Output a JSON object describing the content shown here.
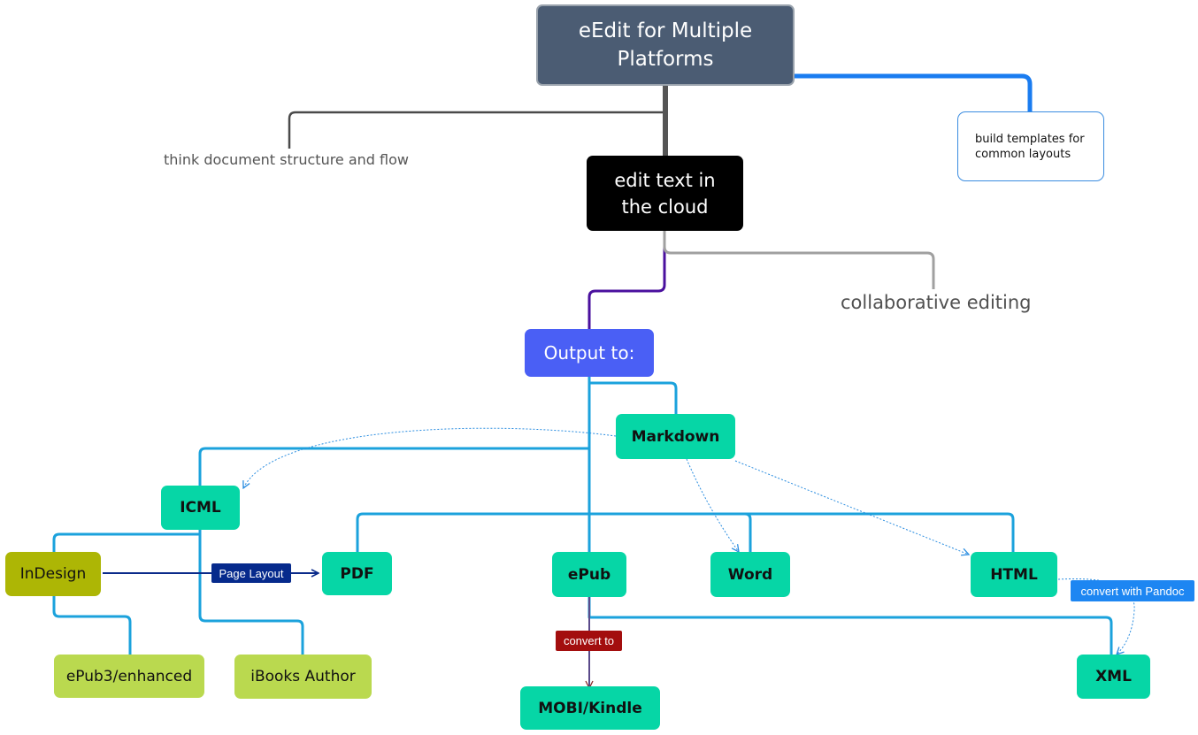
{
  "map": {
    "root": "eEdit for Multiple Platforms",
    "structure": "think document structure and flow",
    "templates": "build templates for common layouts",
    "cloud": "edit text in the cloud",
    "collaborative": "collaborative editing",
    "output": "Output to:",
    "formats": {
      "markdown": "Markdown",
      "icml": "ICML",
      "indesign": "InDesign",
      "pdf": "PDF",
      "epub": "ePub",
      "word": "Word",
      "html": "HTML",
      "epub3": "ePub3/enhanced",
      "ibooks": "iBooks Author",
      "mobi": "MOBI/Kindle",
      "xml": "XML"
    }
  },
  "relationship_labels": {
    "page_layout": "Page Layout",
    "convert_to": "convert to",
    "convert_pandoc": "convert with Pandoc"
  },
  "colors": {
    "root": "#4b5c73",
    "cloud": "#000000",
    "output": "#4a5ff5",
    "format_node": "#06d6a6",
    "indesign": "#adb605",
    "sub_format": "#bad94f",
    "branch_line": "#1ba2dc",
    "page_layout_tag": "#062a8c",
    "convert_to_tag": "#a30e0e",
    "pandoc_tag": "#1d86f2"
  }
}
